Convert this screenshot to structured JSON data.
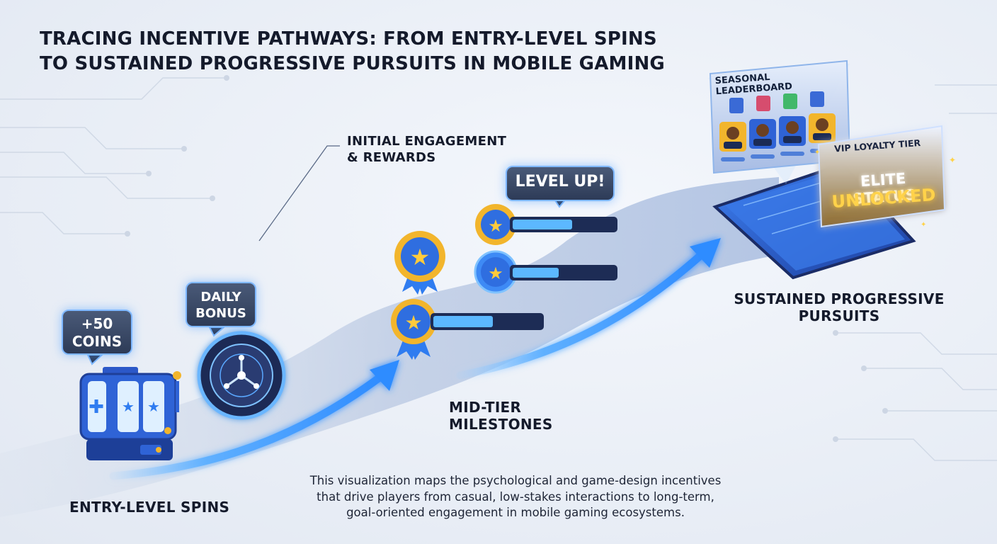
{
  "title": {
    "line1": "TRACING INCENTIVE PATHWAYS: FROM ENTRY-LEVEL SPINS",
    "line2": "TO SUSTAINED PROGRESSIVE PURSUITS IN MOBILE GAMING"
  },
  "stages": {
    "initial": {
      "line1": "INITIAL ENGAGEMENT",
      "line2": "& REWARDS"
    },
    "mid": {
      "line1": "MID-TIER",
      "line2": "MILESTONES"
    },
    "sustained": {
      "line1": "SUSTAINED PROGRESSIVE",
      "line2": "PURSUITS"
    },
    "entry": "ENTRY-LEVEL SPINS"
  },
  "bubbles": {
    "coins": {
      "line1": "+50",
      "line2": "COINS"
    },
    "daily": {
      "line1": "DAILY",
      "line2": "BONUS"
    },
    "level_up": "LEVEL UP!"
  },
  "progress_bars": [
    {
      "name": "top",
      "fill": 0.58
    },
    {
      "name": "middle",
      "fill": 0.45
    },
    {
      "name": "bottom",
      "fill": 0.55
    }
  ],
  "leaderboard": {
    "title": "SEASONAL LEADERBOARD"
  },
  "vip": {
    "title": "VIP LOYALTY TIER",
    "line1": "ELITE STATUS",
    "line2": "UNLOCKED"
  },
  "description": {
    "line1": "This visualization maps the psychological and game-design incentives",
    "line2": "that drive players from casual, low-stakes interactions to long-term,",
    "line3": "goal-oriented engagement in mobile gaming ecosystems."
  },
  "colors": {
    "accent_blue": "#2f8cff",
    "glow_blue": "#7fc2ff",
    "navy": "#1d2c55",
    "gold": "#f2b52c",
    "title_text": "#141a2b"
  },
  "icons": [
    "slot-machine-icon",
    "prize-wheel-icon",
    "medal-star-icon",
    "smartphone-icon",
    "avatar-icon"
  ]
}
